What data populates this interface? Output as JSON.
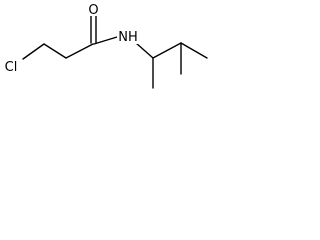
{
  "molecule": {
    "atoms": {
      "oxygen": "O",
      "nitrogen_hydrogen": "NH",
      "chlorine": "Cl"
    },
    "bond_color": "#000000",
    "background": "#ffffff"
  }
}
